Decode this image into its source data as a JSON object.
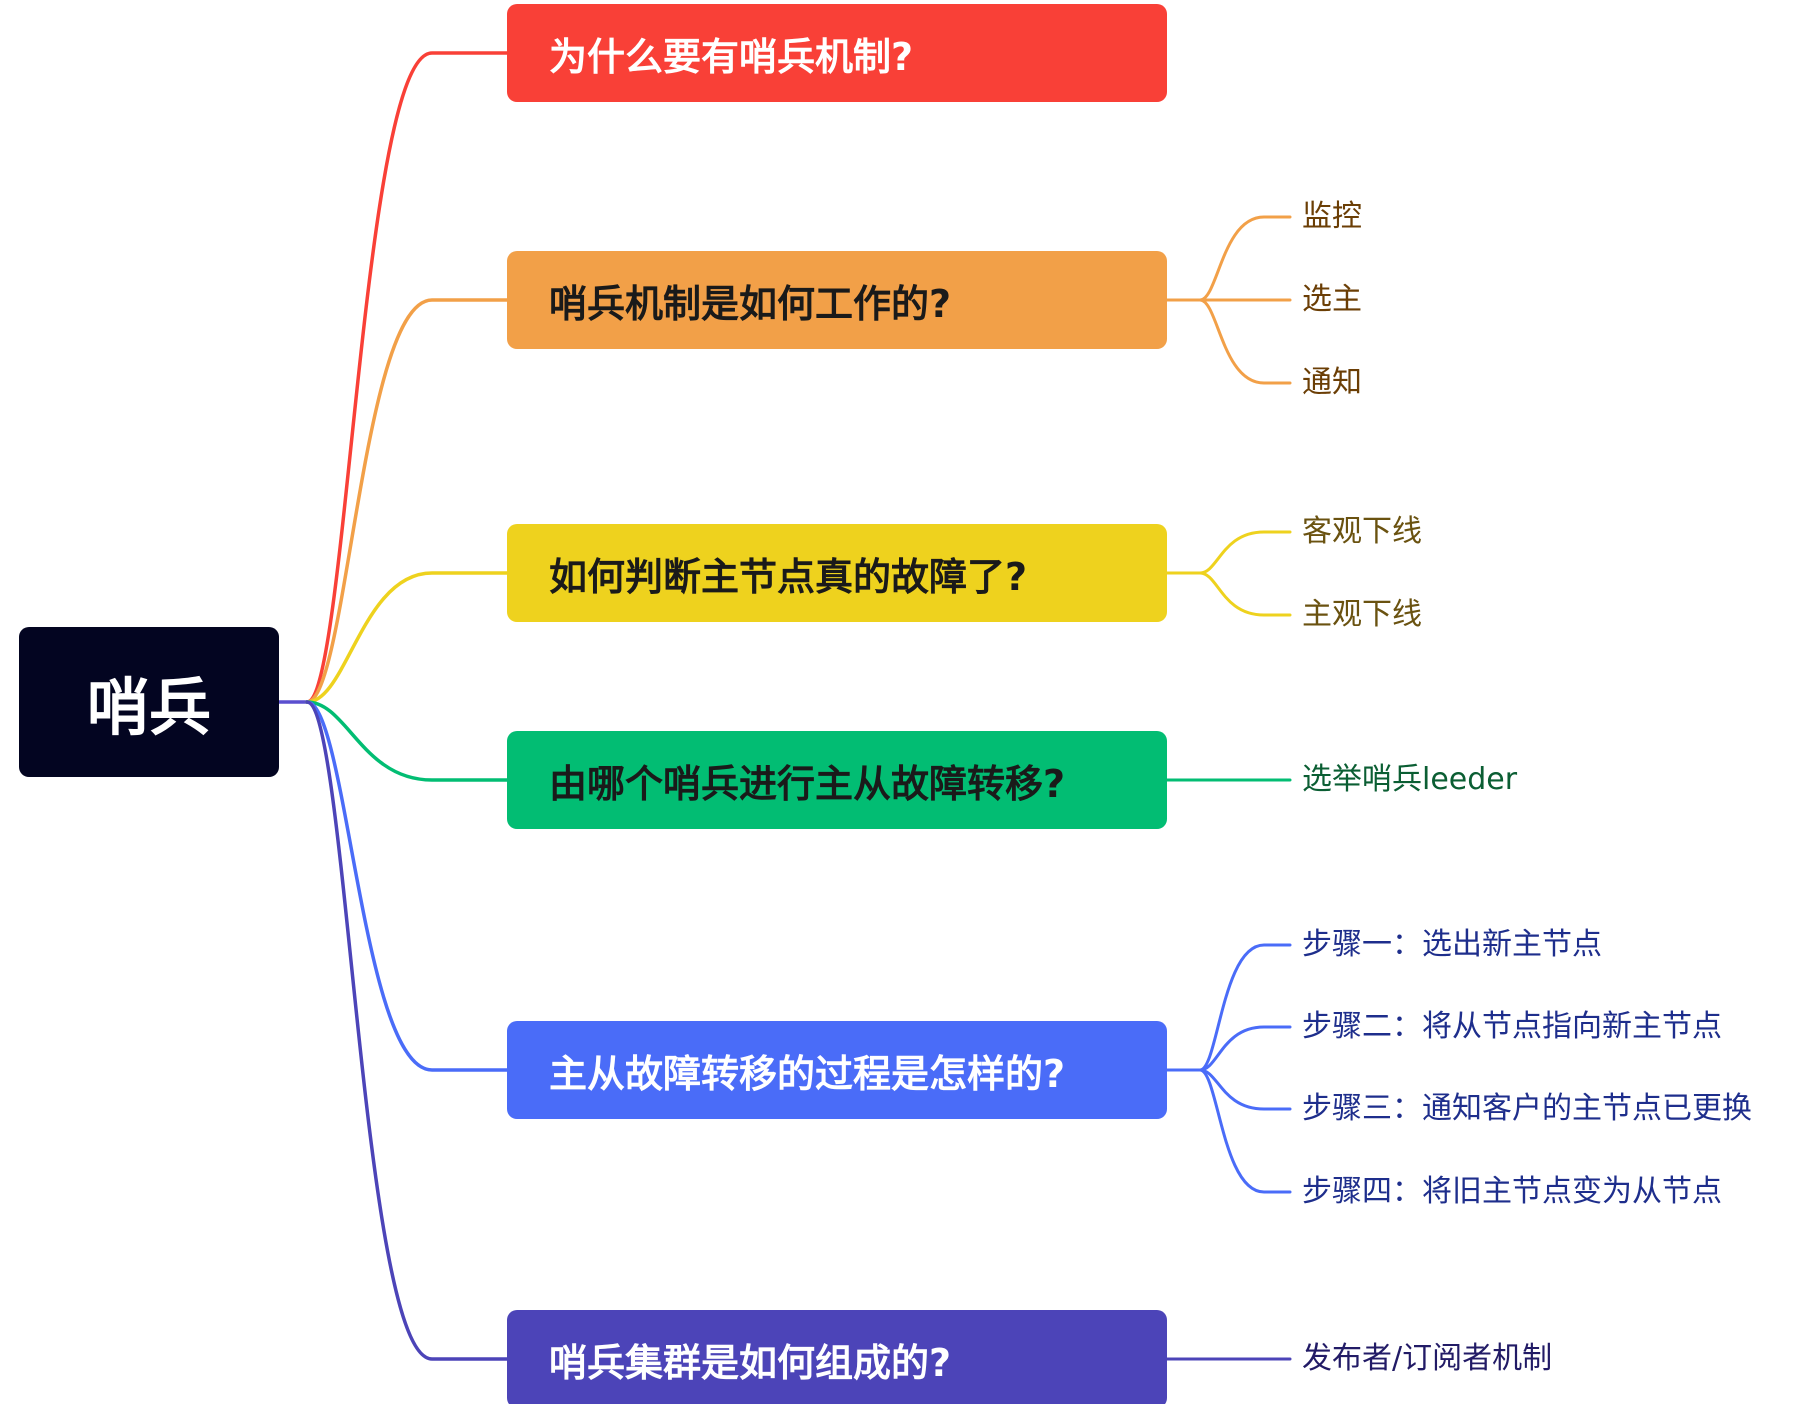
{
  "root": {
    "label": "哨兵",
    "color": "#030521"
  },
  "branches": [
    {
      "label": "为什么要有哨兵机制?",
      "color": "#F94037",
      "text_color": "#FFFFFF",
      "leaf_color": "#5E3A08",
      "children": []
    },
    {
      "label": "哨兵机制是如何工作的?",
      "color": "#F2A048",
      "text_color": "#1A1A1A",
      "leaf_color": "#6B3E05",
      "children": [
        "监控",
        "选主",
        "通知"
      ]
    },
    {
      "label": "如何判断主节点真的故障了?",
      "color": "#EED21E",
      "text_color": "#1A1A1A",
      "leaf_color": "#6A5210",
      "children": [
        "客观下线",
        "主观下线"
      ]
    },
    {
      "label": "由哪个哨兵进行主从故障转移?",
      "color": "#02BD73",
      "text_color": "#1A1A1A",
      "leaf_color": "#0B5E33",
      "children": [
        "选举哨兵leeder"
      ]
    },
    {
      "label": "主从故障转移的过程是怎样的?",
      "color": "#4A6CF8",
      "text_color": "#FFFFFF",
      "leaf_color": "#1E2E8C",
      "children": [
        "步骤一：选出新主节点",
        "步骤二：将从节点指向新主节点",
        "步骤三：通知客户的主节点已更换",
        "步骤四：将旧主节点变为从节点"
      ]
    },
    {
      "label": "哨兵集群是如何组成的?",
      "color": "#4C44B8",
      "text_color": "#FFFFFF",
      "leaf_color": "#221B66",
      "children": [
        "发布者/订阅者机制"
      ]
    }
  ]
}
